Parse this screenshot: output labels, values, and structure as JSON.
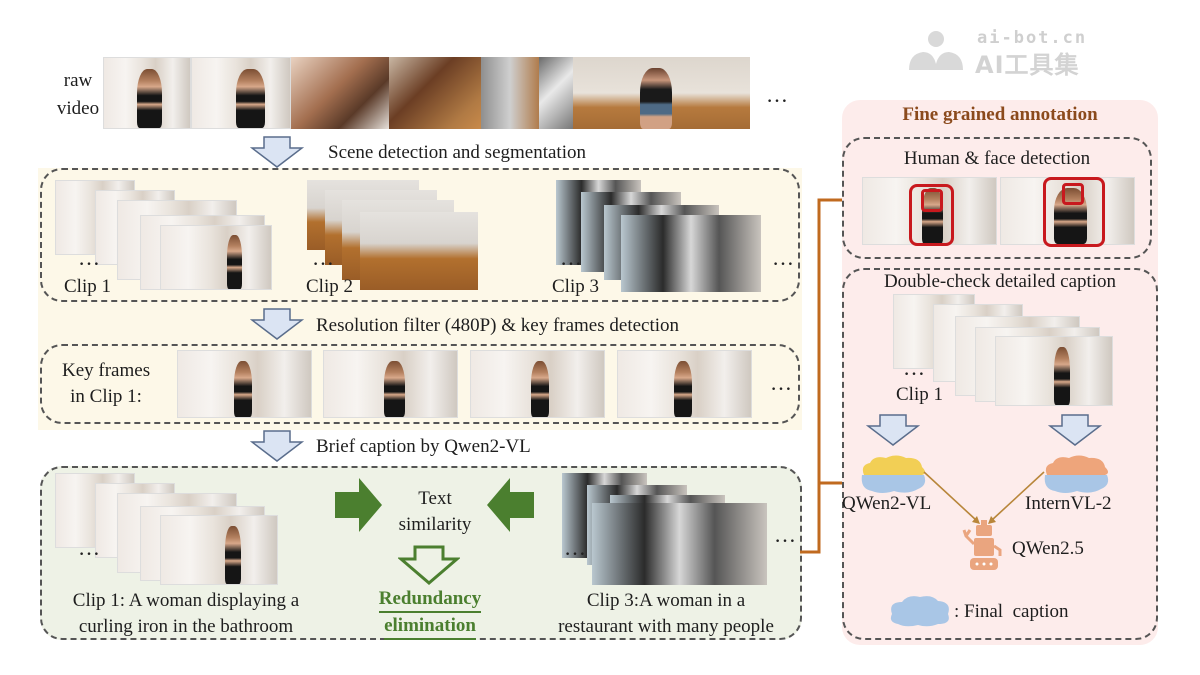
{
  "watermark": {
    "line1": "ai-bot.cn",
    "line2": "AI工具集",
    "icon": "ai-bot-logo-icon"
  },
  "raw_video": {
    "label_line1": "raw",
    "label_line2": "video",
    "ellipsis": "…",
    "frames": [
      "woman-dancing-bathroom",
      "woman-curling-iron",
      "woman-face-closeup",
      "hand-blur-room",
      "wall-corner",
      "cloth-on-floor",
      "woman-standing-room"
    ]
  },
  "steps": {
    "scene_detection": "Scene detection and segmentation",
    "resolution_filter": "Resolution filter (480P) & key frames detection",
    "brief_caption": "Brief caption by Qwen2-VL"
  },
  "clips_panel": {
    "clips": [
      {
        "label": "Clip 1",
        "ellipsis": "…"
      },
      {
        "label": "Clip 2",
        "ellipsis": "…"
      },
      {
        "label": "Clip 3",
        "ellipsis": "…"
      }
    ],
    "trailing_ellipsis": "…"
  },
  "keyframes_panel": {
    "label_line1": "Key frames",
    "label_line2": "in Clip 1:",
    "frame_count": 4,
    "ellipsis": "…"
  },
  "caption_panel": {
    "clip1_ellipsis": "…",
    "clip1_caption_line1": "Clip 1: A woman displaying a",
    "clip1_caption_line2": "curling iron in the bathroom",
    "similarity_line1": "Text",
    "similarity_line2": "similarity",
    "redundancy_line1": "Redundancy",
    "redundancy_line2": "elimination",
    "clip3_ellipsis": "…",
    "clip3_caption_line1": "Clip 3:A woman in a",
    "clip3_caption_line2": "restaurant with many people",
    "trailing_ellipsis": "…"
  },
  "fine_grained": {
    "title": "Fine grained annotation",
    "detection": {
      "title": "Human & face detection"
    },
    "double_check": {
      "title": "Double-check detailed caption",
      "clip_label": "Clip 1",
      "ellipsis": "…",
      "model_left": "QWen2-VL",
      "model_right": "InternVL-2",
      "merger_model": "QWen2.5",
      "legend_label": ": Final  caption"
    }
  },
  "colors": {
    "arrow_fill": "#dbe4f3",
    "arrow_stroke": "#5a6d8c",
    "green": "#4b7f2f",
    "orange_connector": "#c06a1f",
    "title_brown": "#8b4a1c",
    "panel_cream": "#fdf8e8",
    "panel_green": "#eef2e6",
    "panel_pink": "#fdeceb",
    "bbox_red": "#c8191e",
    "cloud_yellow": "#f2cf55",
    "cloud_orange": "#eea57b",
    "cloud_blue": "#a9c6e6",
    "robot": "#eaa57f"
  }
}
